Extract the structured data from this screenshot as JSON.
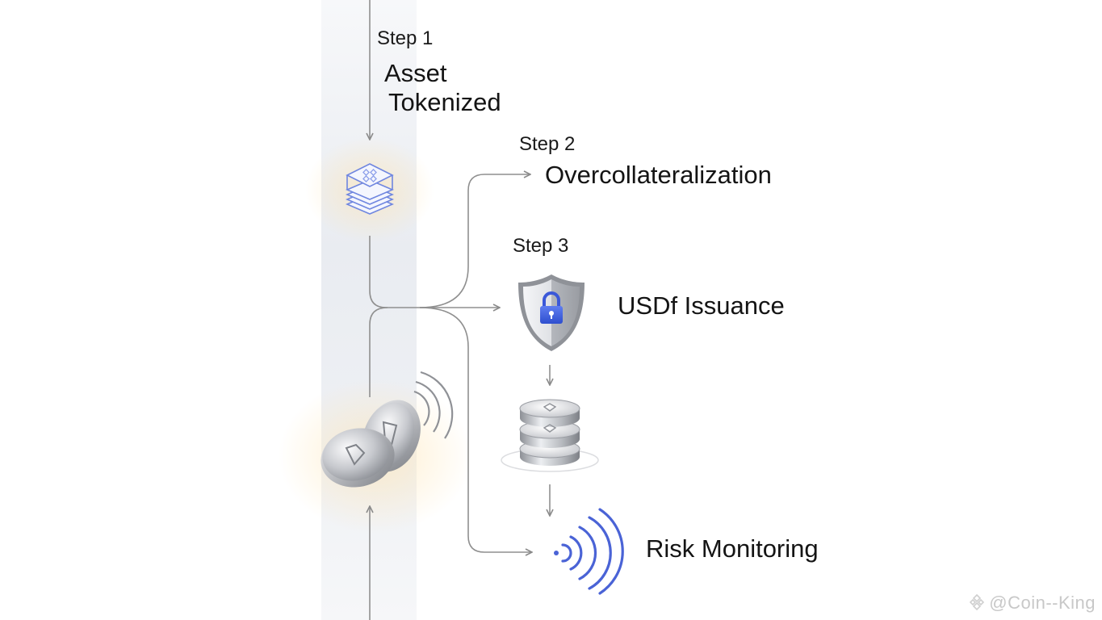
{
  "steps": [
    {
      "label": "Step 1",
      "stage": "Asset",
      "stage2": "Tokenized"
    },
    {
      "label": "Step 2",
      "stage": "Overcollateralization"
    },
    {
      "label": "Step 3",
      "stage": "USDf Issuance"
    },
    {
      "stage": "Risk Monitoring"
    }
  ],
  "watermark": "@Coin--King",
  "colors": {
    "accent": "#4a63d6",
    "line": "#8a8a8a",
    "silver": "#b9bcc2"
  },
  "icons": [
    "layers-icon",
    "coins-icon",
    "shield-lock-icon",
    "coin-stack-icon",
    "signal-waves-icon",
    "binance-logo-icon"
  ]
}
